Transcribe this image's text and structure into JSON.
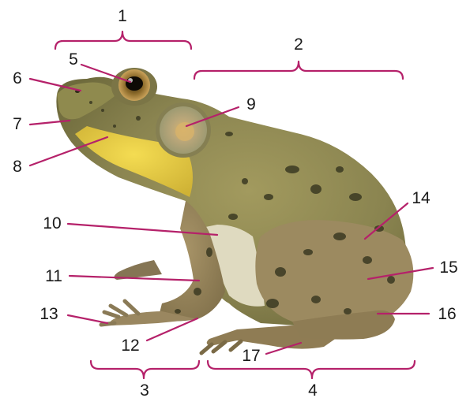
{
  "colors": {
    "accent": "#b5216a",
    "frog_body": "#8a8a4e",
    "frog_belly": "#e8c63a",
    "frog_spots": "#3b3a22"
  },
  "labels": [
    "1",
    "2",
    "3",
    "4",
    "5",
    "6",
    "7",
    "8",
    "9",
    "10",
    "11",
    "12",
    "13",
    "14",
    "15",
    "16",
    "17"
  ],
  "image": {
    "subject": "frog-illustration"
  }
}
